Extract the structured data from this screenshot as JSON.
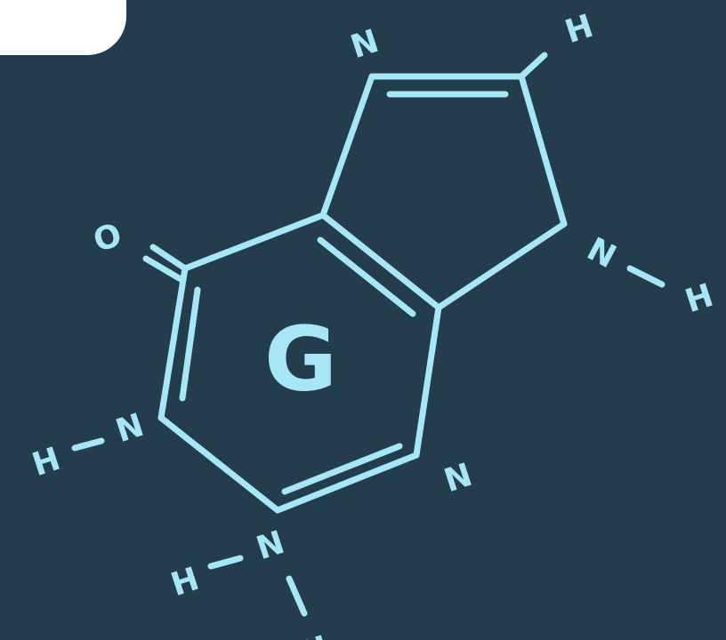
{
  "colors": {
    "background": "#243D4C",
    "line": "#A6E6F6",
    "corner_card": "#FFFFFF"
  },
  "molecule": {
    "center_label": "G",
    "atoms": {
      "n_top": "N",
      "h_top_right": "H",
      "o_left": "O",
      "n_right": "N",
      "h_right": "H",
      "h_left": "H",
      "n_left": "N",
      "n_bottom_right": "N",
      "h_bottom": "H",
      "n_bottom": "N",
      "h_bottom_edge": "H"
    }
  }
}
